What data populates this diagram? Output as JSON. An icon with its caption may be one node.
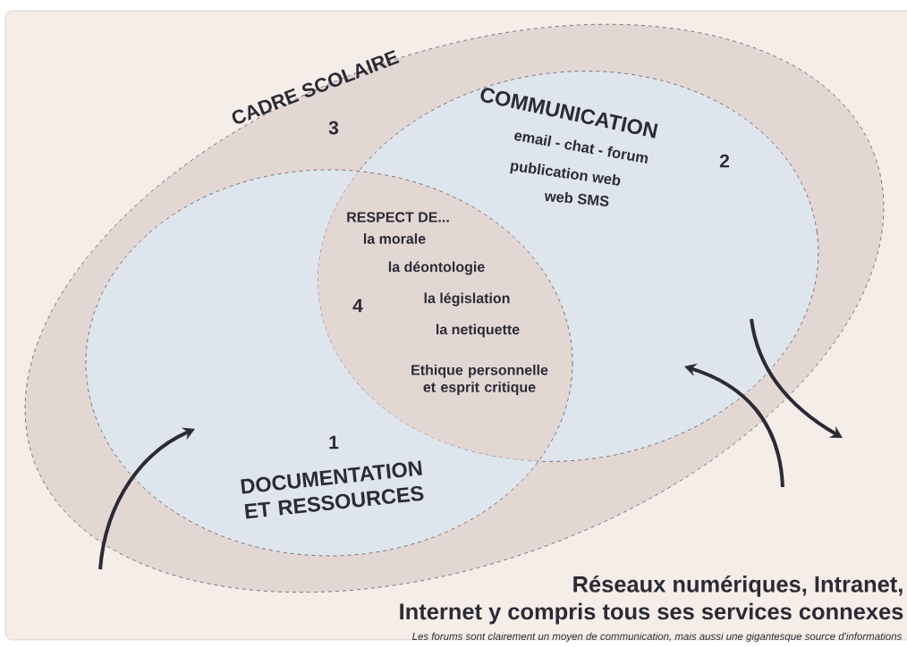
{
  "diagram": {
    "caption": "Les forums sont clairement un moyen de communication, mais aussi une gigantesque source d'informations",
    "nodes": [
      {
        "text": [
          "CADRE SCOLAIRE",
          "3"
        ]
      },
      {
        "text": [
          "COMMUNICATION",
          "email - chat - forum",
          "publication web",
          "web SMS",
          "2"
        ],
        "in": 0
      },
      {
        "text": [
          "1",
          "DOCUMENTATION ET RESSOURCES"
        ],
        "in": 0
      },
      {
        "text": [
          "RESPECT DE...",
          "la morale",
          "la déontologie",
          "la législation",
          "la netiquette",
          "Ethique personnelle et esprit critique",
          "4"
        ]
      }
    ],
    "edges": [
      {
        "from": null,
        "to": 2,
        "arrow": "to"
      },
      {
        "from": null,
        "to": 1,
        "arrow": "to"
      },
      {
        "from": 1,
        "to": null,
        "arrow": "to"
      }
    ],
    "labels": [
      "Réseaux numériques, Intranet, Internet y compris tous ses services connexes"
    ]
  }
}
